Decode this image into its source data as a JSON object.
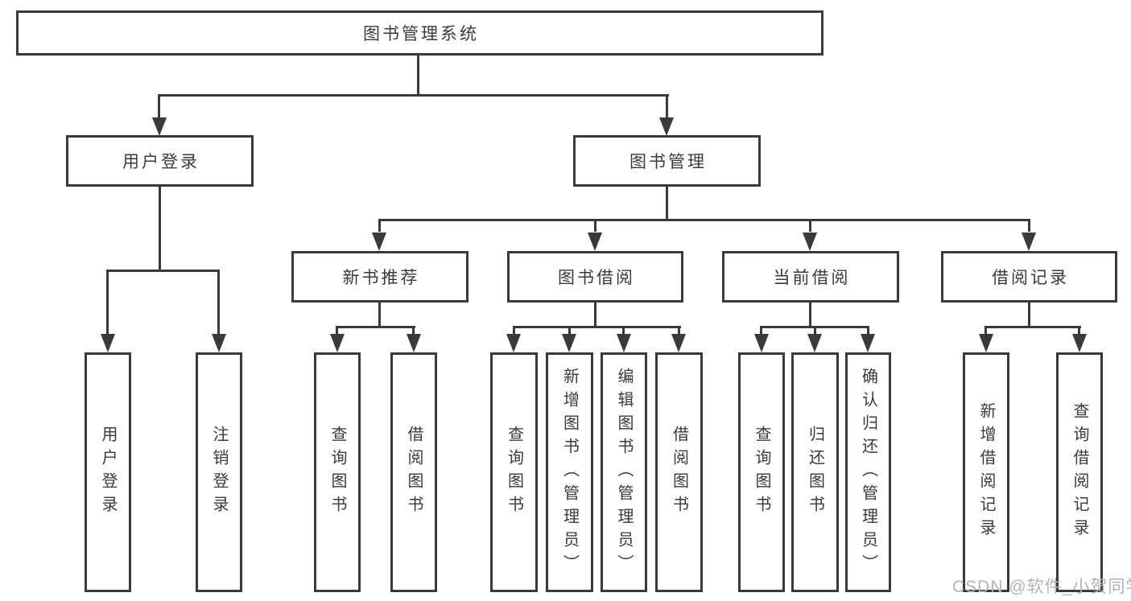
{
  "colors": {
    "background": "#ffffff",
    "box_border": "#3a3a3a",
    "connector_line": "#3a3a3a",
    "text": "#3a3a3a",
    "watermark_text": "#b3b3b3"
  },
  "watermark": "CSDN @软件_小贺同学",
  "diagram": {
    "root": {
      "label": "图书管理系统"
    },
    "level2": [
      {
        "id": "user-login",
        "label": "用户登录",
        "parent": "root"
      },
      {
        "id": "book-mgmt",
        "label": "图书管理",
        "parent": "root"
      }
    ],
    "level3": [
      {
        "id": "new-book-rec",
        "label": "新书推荐",
        "parent": "book-mgmt"
      },
      {
        "id": "book-borrow",
        "label": "图书借阅",
        "parent": "book-mgmt"
      },
      {
        "id": "current-borrow",
        "label": "当前借阅",
        "parent": "book-mgmt"
      },
      {
        "id": "borrow-records",
        "label": "借阅记录",
        "parent": "book-mgmt"
      }
    ],
    "leaves": [
      {
        "id": "login",
        "label": "用户登录",
        "parent": "user-login"
      },
      {
        "id": "logout",
        "label": "注销登录",
        "parent": "user-login"
      },
      {
        "id": "nb-query",
        "label": "查询图书",
        "parent": "new-book-rec"
      },
      {
        "id": "nb-borrow",
        "label": "借阅图书",
        "parent": "new-book-rec"
      },
      {
        "id": "bb-query",
        "label": "查询图书",
        "parent": "book-borrow"
      },
      {
        "id": "bb-add",
        "label": "新增图书（管理员）",
        "parent": "book-borrow"
      },
      {
        "id": "bb-edit",
        "label": "编辑图书（管理员）",
        "parent": "book-borrow"
      },
      {
        "id": "bb-borrow",
        "label": "借阅图书",
        "parent": "book-borrow"
      },
      {
        "id": "cb-query",
        "label": "查询图书",
        "parent": "current-borrow"
      },
      {
        "id": "cb-return",
        "label": "归还图书",
        "parent": "current-borrow"
      },
      {
        "id": "cb-confirm",
        "label": "确认归还（管理员）",
        "parent": "current-borrow"
      },
      {
        "id": "br-add",
        "label": "新增借阅记录",
        "parent": "borrow-records"
      },
      {
        "id": "br-query",
        "label": "查询借阅记录",
        "parent": "borrow-records"
      }
    ]
  }
}
